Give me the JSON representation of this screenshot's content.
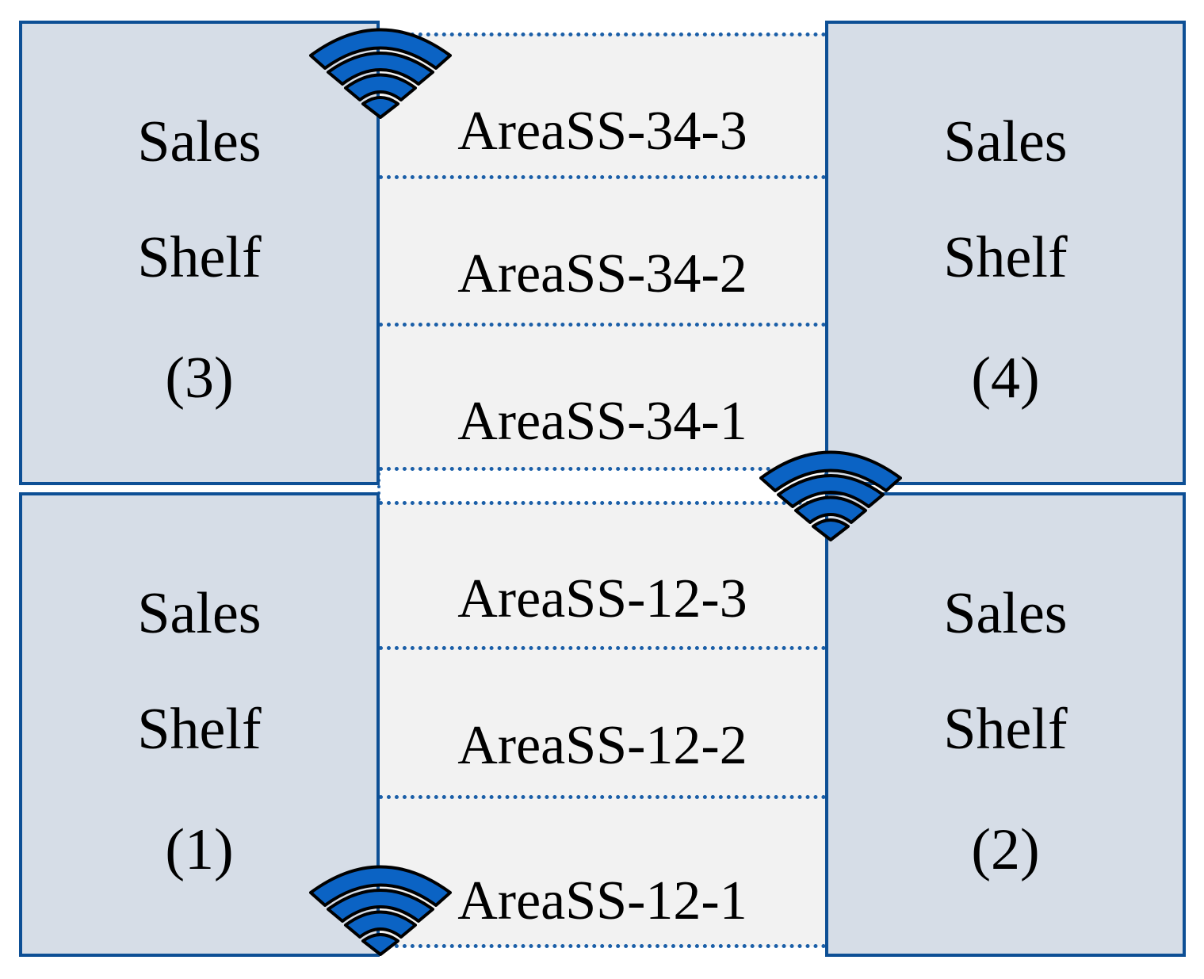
{
  "colors": {
    "shelf_fill": "#d6dde7",
    "shelf_border": "#0d4f95",
    "aisle_fill": "#f2f2f2",
    "dotted_line": "#1b5fa8",
    "wifi_fill": "#0b63c4"
  },
  "shelves": [
    {
      "id": "shelf-3",
      "line1": "Sales",
      "line2": "Shelf",
      "line3": "(3)"
    },
    {
      "id": "shelf-4",
      "line1": "Sales",
      "line2": "Shelf",
      "line3": "(4)"
    },
    {
      "id": "shelf-1",
      "line1": "Sales",
      "line2": "Shelf",
      "line3": "(1)"
    },
    {
      "id": "shelf-2",
      "line1": "Sales",
      "line2": "Shelf",
      "line3": "(2)"
    }
  ],
  "areas_top": [
    "AreaSS-34-3",
    "AreaSS-34-2",
    "AreaSS-34-1"
  ],
  "areas_bottom": [
    "AreaSS-12-3",
    "AreaSS-12-2",
    "AreaSS-12-1"
  ],
  "icons": [
    "wifi-icon",
    "wifi-icon",
    "wifi-icon"
  ]
}
